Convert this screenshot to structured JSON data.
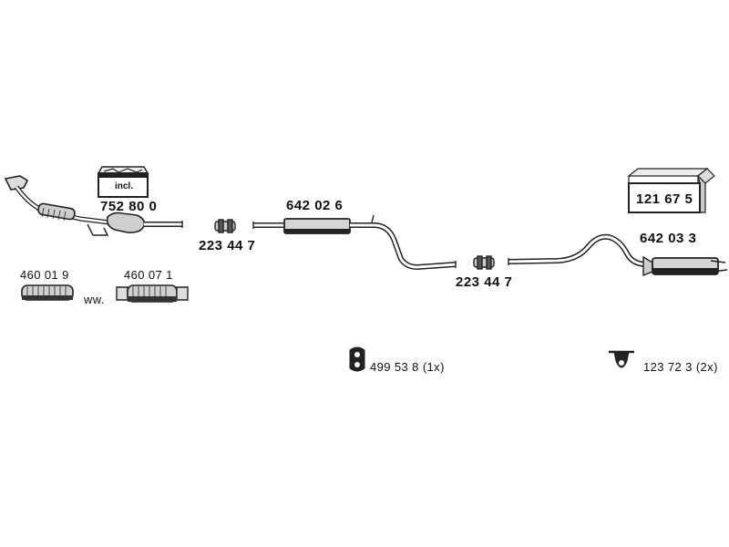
{
  "parts": {
    "front_pipe": "752 80 0",
    "included_kit_label": "incl.",
    "clamp_left": "223 44 7",
    "middle_muffler": "642 02 6",
    "clamp_right": "223 44 7",
    "fitting_kit": "121 67 5",
    "rear_muffler": "642 03 3",
    "flex_pipe_a": "460 01 9",
    "flex_pipe_b": "460 07 1",
    "alternative_marker": "ww.",
    "rubber_mount": "499 53 8 (1x)",
    "hanger_mount": "123 72 3  (2x)"
  }
}
